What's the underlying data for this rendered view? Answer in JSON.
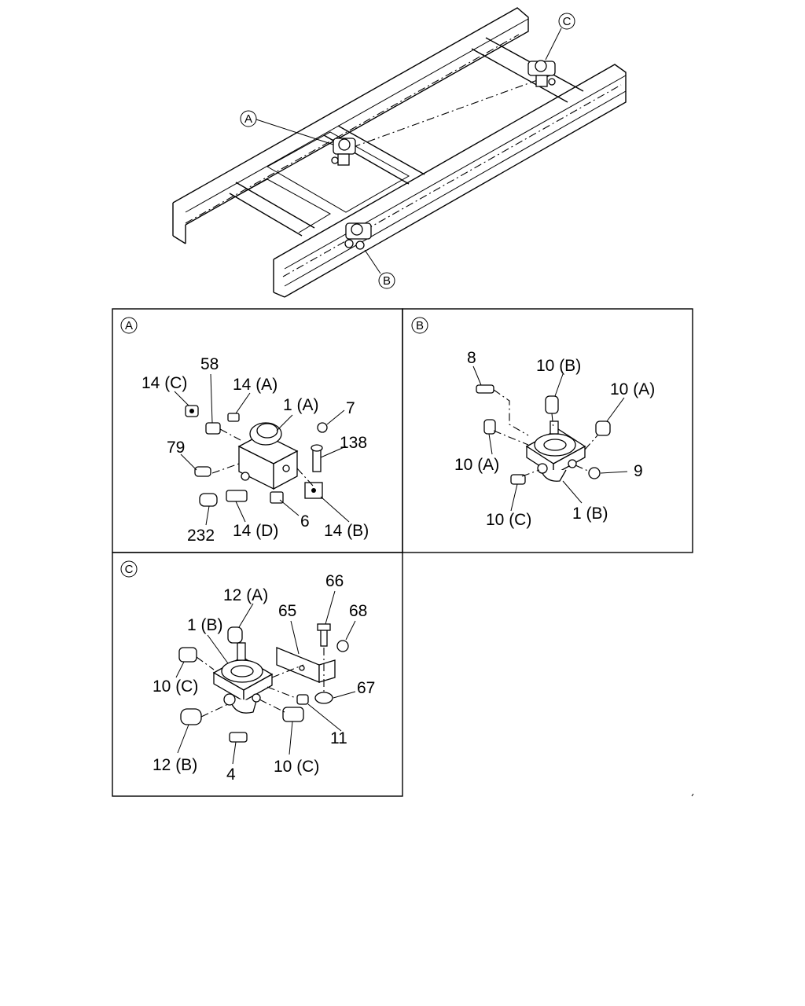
{
  "overview": {
    "callouts": [
      {
        "id": "A",
        "text": "A"
      },
      {
        "id": "B",
        "text": "B"
      },
      {
        "id": "C",
        "text": "C"
      }
    ]
  },
  "panels": [
    {
      "id": "A",
      "header": "A",
      "labels": [
        "14 (C)",
        "58",
        "14 (A)",
        "1 (A)",
        "7",
        "79",
        "138",
        "232",
        "14 (D)",
        "6",
        "14 (B)"
      ]
    },
    {
      "id": "B",
      "header": "B",
      "labels": [
        "8",
        "10 (B)",
        "10 (A)",
        "10 (A)",
        "9",
        "10 (C)",
        "1 (B)"
      ]
    },
    {
      "id": "C",
      "header": "C",
      "labels": [
        "12 (A)",
        "66",
        "68",
        "1 (B)",
        "65",
        "10 (C)",
        "67",
        "11",
        "12 (B)",
        "10 (C)",
        "4"
      ]
    }
  ]
}
